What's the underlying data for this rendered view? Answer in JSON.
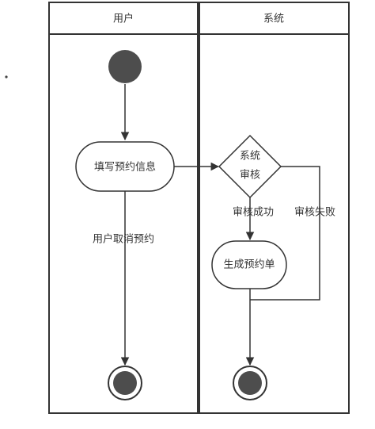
{
  "swimlanes": [
    {
      "title": "用户"
    },
    {
      "title": "系统"
    }
  ],
  "nodes": {
    "fill_info": "填写预约信息",
    "review_line1": "系统",
    "review_line2": "审核",
    "create_order": "生成预约单"
  },
  "edges": {
    "cancel": "用户取消预约",
    "review_success": "审核成功",
    "review_fail": "审核失败"
  },
  "colors": {
    "line": "#333333",
    "node_fill": "#ffffff",
    "start_fill": "#4d4d4d",
    "background": "#ffffff"
  }
}
